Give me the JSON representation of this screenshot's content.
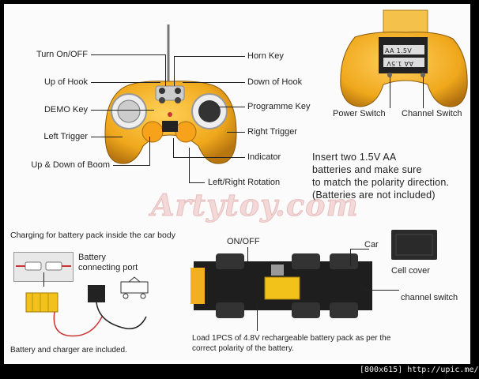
{
  "controller": {
    "labels": {
      "turn_on_off": "Turn On/OFF",
      "up_of_hook": "Up of Hook",
      "demo_key": "DEMO Key",
      "left_trigger": "Left Trigger",
      "up_down_boom": "Up & Down of Boom",
      "horn_key": "Horn Key",
      "down_of_hook": "Down of Hook",
      "programme_key": "Programme Key",
      "right_trigger": "Right Trigger",
      "indicator": "Indicator",
      "left_right_rotation": "Left/Right Rotation"
    }
  },
  "battery_compartment": {
    "cell_top": "AA 1.5V",
    "cell_bottom": "AA 1.5V",
    "power_switch": "Power Switch",
    "channel_switch": "Channel Switch"
  },
  "battery_note": {
    "line1": "Insert two 1.5V AA",
    "line2": "batteries and make sure",
    "line3": "to match the polarity direction.",
    "line4": "(Batteries are not included)"
  },
  "watermark": "Artytoy.com",
  "charging": {
    "title": "Charging for battery pack inside the car body",
    "port_line1": "Battery",
    "port_line2": "connecting port",
    "included": "Battery and charger are included."
  },
  "car": {
    "on_off": "ON/OFF",
    "car_label": "Car",
    "cell_cover": "Cell cover",
    "channel_switch": "channel switch",
    "load_line1": "Load 1PCS of 4.8V rechargeable battery pack as per the",
    "load_line2": "correct polarity of the battery."
  },
  "footer": "[800x615] http://upic.me/",
  "colors": {
    "yellow": "#f2b021",
    "dark": "#1e1e1e",
    "frame": "#000000"
  }
}
